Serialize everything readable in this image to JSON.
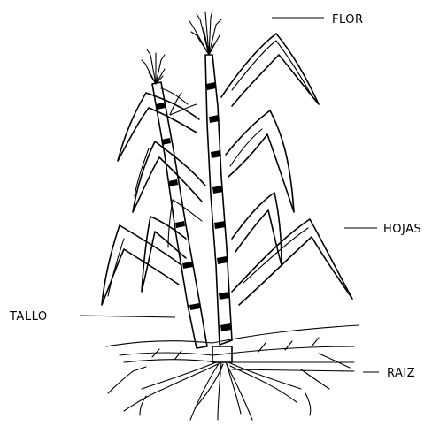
{
  "labels": {
    "flower": "FLOR",
    "leaves": "HOJAS",
    "stem": "TALLO",
    "root": "RAIZ"
  },
  "colors": {
    "ink": "#000000",
    "background": "#ffffff"
  }
}
